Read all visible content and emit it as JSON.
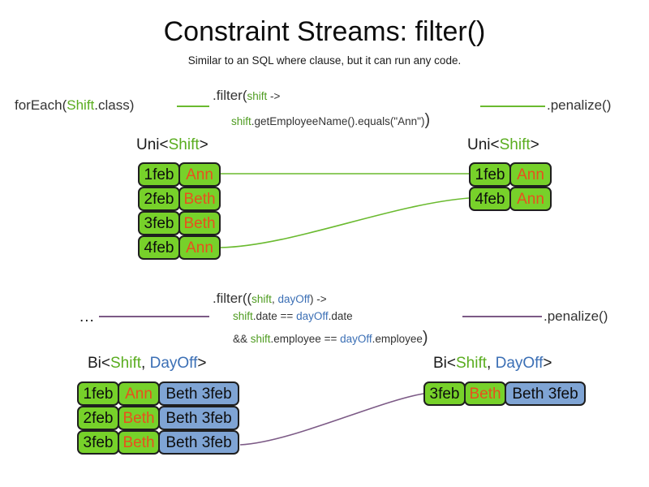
{
  "slide": {
    "title": "Constraint Streams: filter()",
    "subtitle": "Similar to an SQL where clause, but it can run any code."
  },
  "colors": {
    "green_accent": "#77d12a",
    "green_text": "#4f9c21",
    "blue_fill": "#7fa4d4",
    "blue_text": "#3b6fb5",
    "orange_text": "#e8501e",
    "connector_green": "#6aba2f",
    "connector_purple": "#7c5a86",
    "border": "#1f1f1f"
  },
  "uni_example": {
    "source": {
      "prefix": "forEach(",
      "generic": "Shift",
      "suffix": ".class)"
    },
    "filter": {
      "head": ".filter(",
      "param": "shift",
      "arrow": " ->",
      "body_var": "shift",
      "body_rest": ".getEmployeeName().equals(\"Ann\")",
      "close": ")"
    },
    "terminal": ".penalize()",
    "input_label": {
      "prefix": "Uni<",
      "generic": "Shift",
      "suffix": ">"
    },
    "output_label": {
      "prefix": "Uni<",
      "generic": "Shift",
      "suffix": ">"
    },
    "input_rows": [
      {
        "date": "1feb",
        "name": "Ann"
      },
      {
        "date": "2feb",
        "name": "Beth"
      },
      {
        "date": "3feb",
        "name": "Beth"
      },
      {
        "date": "4feb",
        "name": "Ann"
      }
    ],
    "output_rows": [
      {
        "date": "1feb",
        "name": "Ann"
      },
      {
        "date": "4feb",
        "name": "Ann"
      }
    ]
  },
  "bi_example": {
    "source": "...",
    "filter": {
      "head": ".filter((",
      "param1": "shift",
      "comma": ", ",
      "param2": "dayOff",
      "arrow": ") ->",
      "line2_var1": "shift",
      "line2_mid": ".date == ",
      "line2_var2": "dayOff",
      "line2_end": ".date",
      "line3_and": "&& ",
      "line3_var1": "shift",
      "line3_mid": ".employee == ",
      "line3_var2": "dayOff",
      "line3_end": ".employee",
      "close": ")"
    },
    "terminal": ".penalize()",
    "input_label": {
      "prefix": "Bi<",
      "generic1": "Shift",
      "comma": ", ",
      "generic2": "DayOff",
      "suffix": ">"
    },
    "output_label": {
      "prefix": "Bi<",
      "generic1": "Shift",
      "comma": ", ",
      "generic2": "DayOff",
      "suffix": ">"
    },
    "input_rows": [
      {
        "date": "1feb",
        "name": "Ann",
        "dayoff": "Beth 3feb"
      },
      {
        "date": "2feb",
        "name": "Beth",
        "dayoff": "Beth 3feb"
      },
      {
        "date": "3feb",
        "name": "Beth",
        "dayoff": "Beth 3feb"
      }
    ],
    "output_rows": [
      {
        "date": "3feb",
        "name": "Beth",
        "dayoff": "Beth 3feb"
      }
    ]
  }
}
